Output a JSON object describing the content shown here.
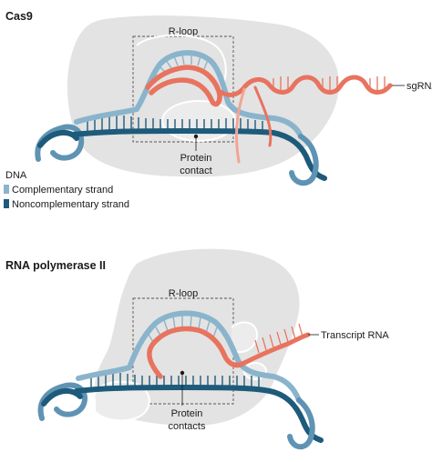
{
  "colors": {
    "complementary": "#8ab4cc",
    "complementary_dark": "#5f93b3",
    "noncomplementary": "#1e5a7a",
    "rna": "#e8735e",
    "rna_light": "#f3a494",
    "protein": "#e3e3e3"
  },
  "panels": [
    {
      "title": "Cas9",
      "rloop_label": "R-loop",
      "contact_label": [
        "Protein",
        "contact"
      ],
      "rna_label": "sgRNA"
    },
    {
      "title": "RNA polymerase II",
      "rloop_label": "R-loop",
      "contact_label": [
        "Protein",
        "contacts"
      ],
      "rna_label": "Transcript RNA"
    }
  ],
  "legend": {
    "heading": "DNA",
    "items": [
      {
        "label": "Complementary strand",
        "color": "#8ab4cc"
      },
      {
        "label": "Noncomplementary strand",
        "color": "#1e5a7a"
      }
    ]
  }
}
